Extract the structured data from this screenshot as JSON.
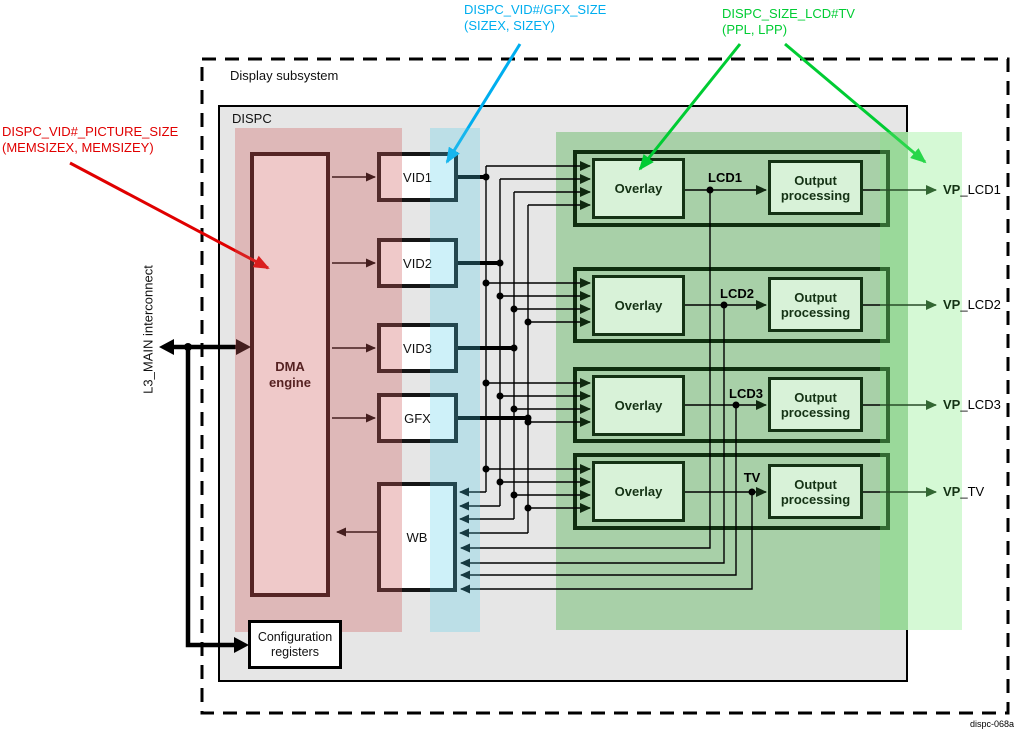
{
  "labels": {
    "outer": "Display subsystem",
    "inner": "DISPC",
    "l3": "L3_MAIN interconnect",
    "footer": "dispc-068a"
  },
  "annotations": {
    "picture_size": {
      "line1": "DISPC_VID#_PICTURE_SIZE",
      "line2": "(MEMSIZEX, MEMSIZEY)",
      "color": "#e00000"
    },
    "vid_gfx_size": {
      "line1": "DISPC_VID#/GFX_SIZE",
      "line2": "(SIZEX, SIZEY)",
      "color": "#00aeef"
    },
    "size_lcd_tv": {
      "line1": "DISPC_SIZE_LCD#TV",
      "line2": "(PPL, LPP)",
      "color": "#00cc33"
    }
  },
  "blocks": {
    "dma": {
      "line1": "DMA",
      "line2": "engine"
    },
    "pipes": [
      "VID1",
      "VID2",
      "VID3",
      "GFX"
    ],
    "wb": "WB",
    "config": {
      "line1": "Configuration",
      "line2": "registers"
    }
  },
  "rows": [
    {
      "overlay": "Overlay",
      "proc_line1": "Output",
      "proc_line2": "processing",
      "channel": "LCD1",
      "port_prefix": "VP",
      "port_suffix": "_LCD1"
    },
    {
      "overlay": "Overlay",
      "proc_line1": "Output",
      "proc_line2": "processing",
      "channel": "LCD2",
      "port_prefix": "VP",
      "port_suffix": "_LCD2"
    },
    {
      "overlay": "Overlay",
      "proc_line1": "Output",
      "proc_line2": "processing",
      "channel": "LCD3",
      "port_prefix": "VP",
      "port_suffix": "_LCD3"
    },
    {
      "overlay": "Overlay",
      "proc_line1": "Output",
      "proc_line2": "processing",
      "channel": "TV",
      "port_prefix": "VP",
      "port_suffix": "_TV"
    }
  ],
  "colors": {
    "dispc_fill": "#e6e6e6",
    "overlay_region": "#a8d0a8",
    "overlay_box_fill": "#d8f2d8",
    "dark_green_border": "#143214",
    "red_strip": "rgba(205,90,90,0.33)",
    "cyan_strip": "rgba(80,205,235,0.28)",
    "light_green_strip": "rgba(125,235,125,0.32)",
    "annotation_red": "#e00000",
    "annotation_cyan": "#00aeef",
    "annotation_green": "#00cc33"
  }
}
